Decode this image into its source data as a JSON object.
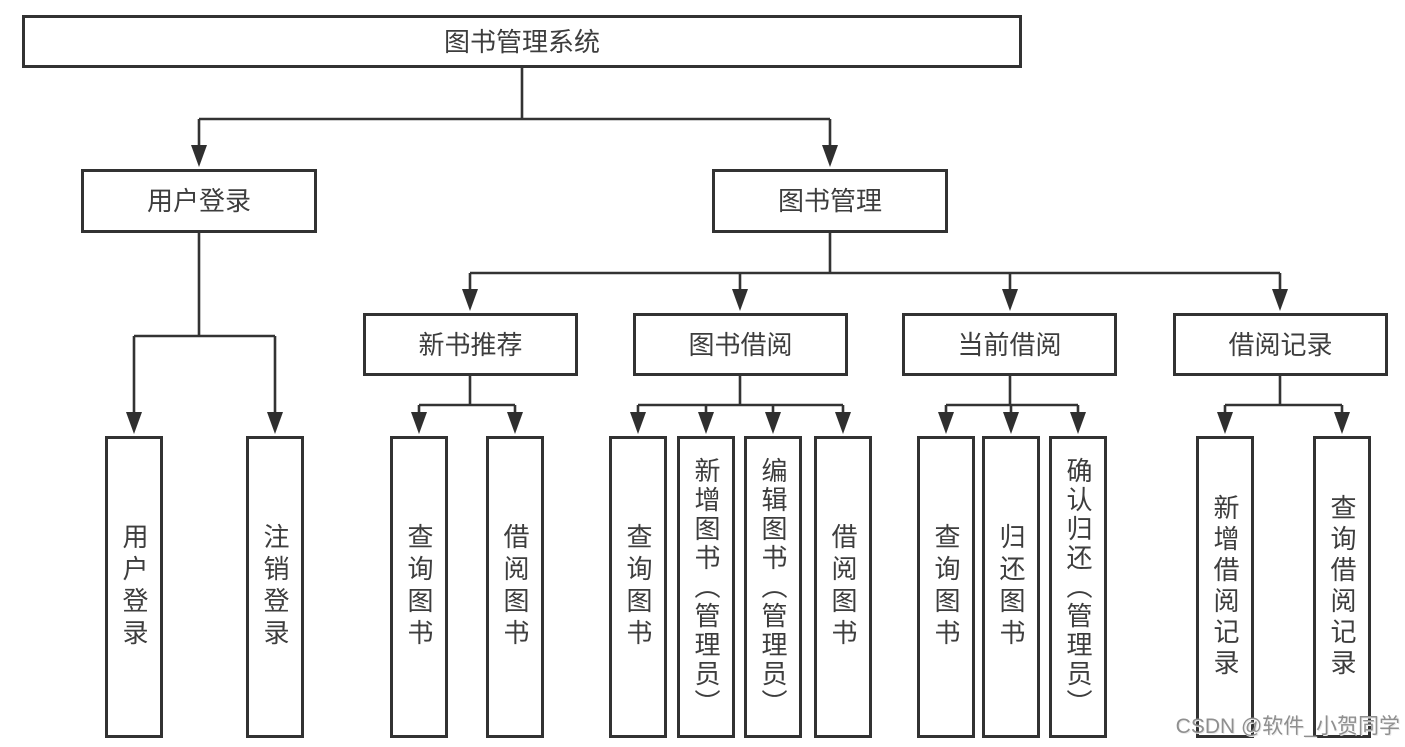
{
  "tree": {
    "label": "图书管理系统",
    "children": [
      {
        "label": "用户登录",
        "children": [
          {
            "label": "用户登录"
          },
          {
            "label": "注销登录"
          }
        ]
      },
      {
        "label": "图书管理",
        "children": [
          {
            "label": "新书推荐",
            "children": [
              {
                "label": "查询图书"
              },
              {
                "label": "借阅图书"
              }
            ]
          },
          {
            "label": "图书借阅",
            "children": [
              {
                "label": "查询图书"
              },
              {
                "label": "新增图书（管理员）"
              },
              {
                "label": "编辑图书（管理员）"
              },
              {
                "label": "借阅图书"
              }
            ]
          },
          {
            "label": "当前借阅",
            "children": [
              {
                "label": "查询图书"
              },
              {
                "label": "归还图书"
              },
              {
                "label": "确认归还（管理员）"
              }
            ]
          },
          {
            "label": "借阅记录",
            "children": [
              {
                "label": "新增借阅记录"
              },
              {
                "label": "查询借阅记录"
              }
            ]
          }
        ]
      }
    ]
  },
  "watermark": "CSDN @软件_小贺同学",
  "colors": {
    "line": "#333333",
    "box_border": "#323232",
    "text": "#3d3d3d",
    "watermark": "#8f8f8f",
    "background": "#ffffff"
  }
}
